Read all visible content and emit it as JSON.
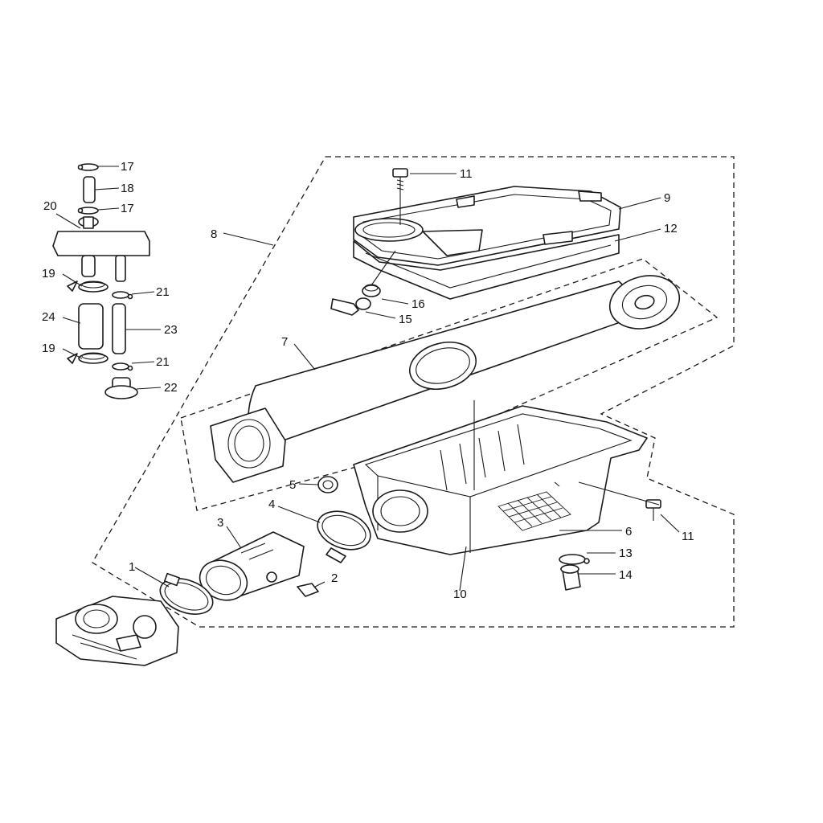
{
  "diagram": {
    "callouts": [
      {
        "id": "c1",
        "label": "1"
      },
      {
        "id": "c2",
        "label": "2"
      },
      {
        "id": "c3",
        "label": "3"
      },
      {
        "id": "c4",
        "label": "4"
      },
      {
        "id": "c5",
        "label": "5"
      },
      {
        "id": "c6",
        "label": "6"
      },
      {
        "id": "c7",
        "label": "7"
      },
      {
        "id": "c8",
        "label": "8"
      },
      {
        "id": "c9",
        "label": "9"
      },
      {
        "id": "c10",
        "label": "10"
      },
      {
        "id": "c11a",
        "label": "11"
      },
      {
        "id": "c11b",
        "label": "11"
      },
      {
        "id": "c12",
        "label": "12"
      },
      {
        "id": "c13",
        "label": "13"
      },
      {
        "id": "c14",
        "label": "14"
      },
      {
        "id": "c15",
        "label": "15"
      },
      {
        "id": "c16",
        "label": "16"
      },
      {
        "id": "c17a",
        "label": "17"
      },
      {
        "id": "c17b",
        "label": "17"
      },
      {
        "id": "c18",
        "label": "18"
      },
      {
        "id": "c19a",
        "label": "19"
      },
      {
        "id": "c19b",
        "label": "19"
      },
      {
        "id": "c20",
        "label": "20"
      },
      {
        "id": "c21a",
        "label": "21"
      },
      {
        "id": "c21b",
        "label": "21"
      },
      {
        "id": "c22",
        "label": "22"
      },
      {
        "id": "c23",
        "label": "23"
      },
      {
        "id": "c24",
        "label": "24"
      }
    ]
  }
}
